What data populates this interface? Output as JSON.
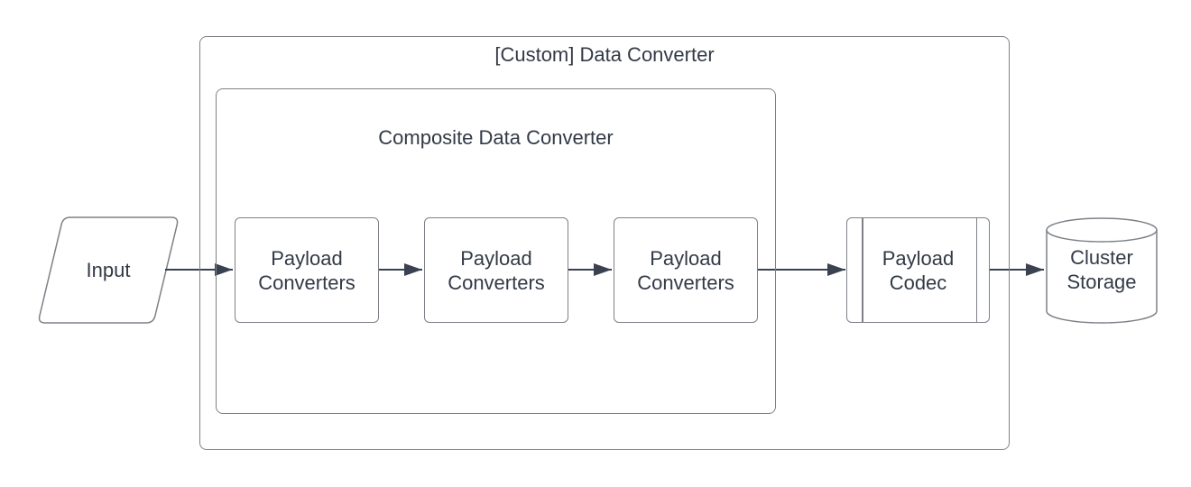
{
  "diagram": {
    "type": "flowchart",
    "background": "#ffffff",
    "colors": {
      "shape_border": "#7d8187",
      "arrow": "#3a4250",
      "text": "#333a46"
    },
    "containers": [
      {
        "id": "custom-data-converter",
        "label": "[Custom] Data Converter"
      },
      {
        "id": "composite-data-converter",
        "label": "Composite Data Converter"
      }
    ],
    "nodes": [
      {
        "id": "input",
        "label": "Input",
        "shape": "parallelogram"
      },
      {
        "id": "payload-converter-1",
        "label": "Payload Converters",
        "shape": "rounded-rect"
      },
      {
        "id": "payload-converter-2",
        "label": "Payload Converters",
        "shape": "rounded-rect"
      },
      {
        "id": "payload-converter-3",
        "label": "Payload Converters",
        "shape": "rounded-rect"
      },
      {
        "id": "payload-codec",
        "label": "Payload Codec",
        "shape": "predefined-process"
      },
      {
        "id": "cluster-storage",
        "label": "Cluster Storage",
        "shape": "cylinder"
      }
    ],
    "edges": [
      {
        "from": "input",
        "to": "payload-converter-1"
      },
      {
        "from": "payload-converter-1",
        "to": "payload-converter-2"
      },
      {
        "from": "payload-converter-2",
        "to": "payload-converter-3"
      },
      {
        "from": "payload-converter-3",
        "to": "payload-codec"
      },
      {
        "from": "payload-codec",
        "to": "cluster-storage"
      }
    ]
  }
}
